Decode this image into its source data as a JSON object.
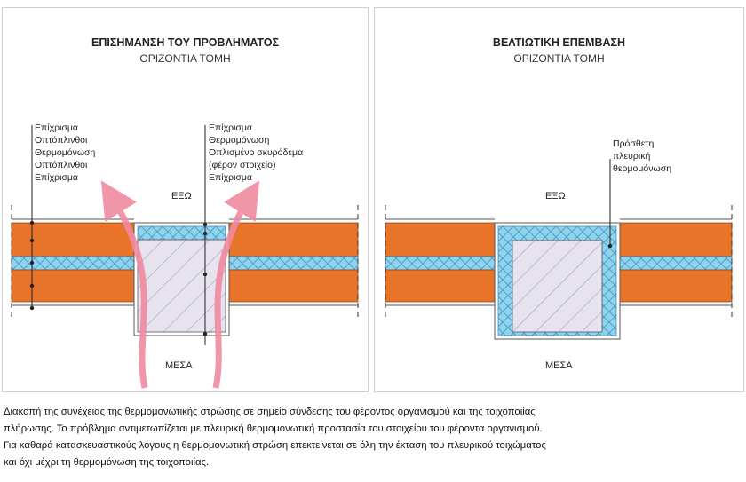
{
  "left": {
    "title": "ΕΠΙΣΗΜΑΝΣΗ ΤΟΥ ΠΡΟΒΛΗΜΑΤΟΣ",
    "subtitle": "ΟΡΙΖΟΝΤΙΑ ΤΟΜΗ",
    "outside": "ΕΞΩ",
    "inside": "ΜΕΣΑ",
    "labels_wall": [
      "Επίχρισμα",
      "Οπτόπλινθοι",
      "Θερμομόνωση",
      "Οπτόπλινθοι",
      "Επίχρισμα"
    ],
    "labels_column": [
      "Επίχρισμα",
      "Θερμομόνωση",
      "Οπλισμένο σκυρόδεμα",
      "(φέρον στοιχείο)",
      "Επίχρισμα"
    ]
  },
  "right": {
    "title": "ΒΕΛΤΙΩΤΙΚΗ ΕΠΕΜΒΑΣΗ",
    "subtitle": "ΟΡΙΖΟΝΤΙΑ ΤΟΜΗ",
    "outside": "ΕΞΩ",
    "inside": "ΜΕΣΑ",
    "labels_added": [
      "Πρόσθετη",
      "πλευρική",
      "θερμομόνωση"
    ]
  },
  "caption": [
    "Διακοπή της συνέχειας της θερμομονωτικής στρώσης σε σημείο σύνδεσης του φέροντος οργανισμού και της τοιχοποιίας",
    "πλήρωσης. Το πρόβλημα αντιμετωπίζεται με πλευρική θερμομονωτική προστασία του στοιχείου του φέροντα οργανισμού.",
    "Για καθαρά κατασκευαστικούς λόγους η θερμομονωτική στρώση επεκτείνεται σε όλη την έκταση του πλευρικού τοιχώματος",
    "και όχι μέχρι τη θερμομόνωση της τοιχοποιίας."
  ],
  "colors": {
    "brick": "#e8742a",
    "insulation": "#8fd3ee",
    "concrete": "#e6e3ef",
    "arrow": "#f08aa0"
  }
}
